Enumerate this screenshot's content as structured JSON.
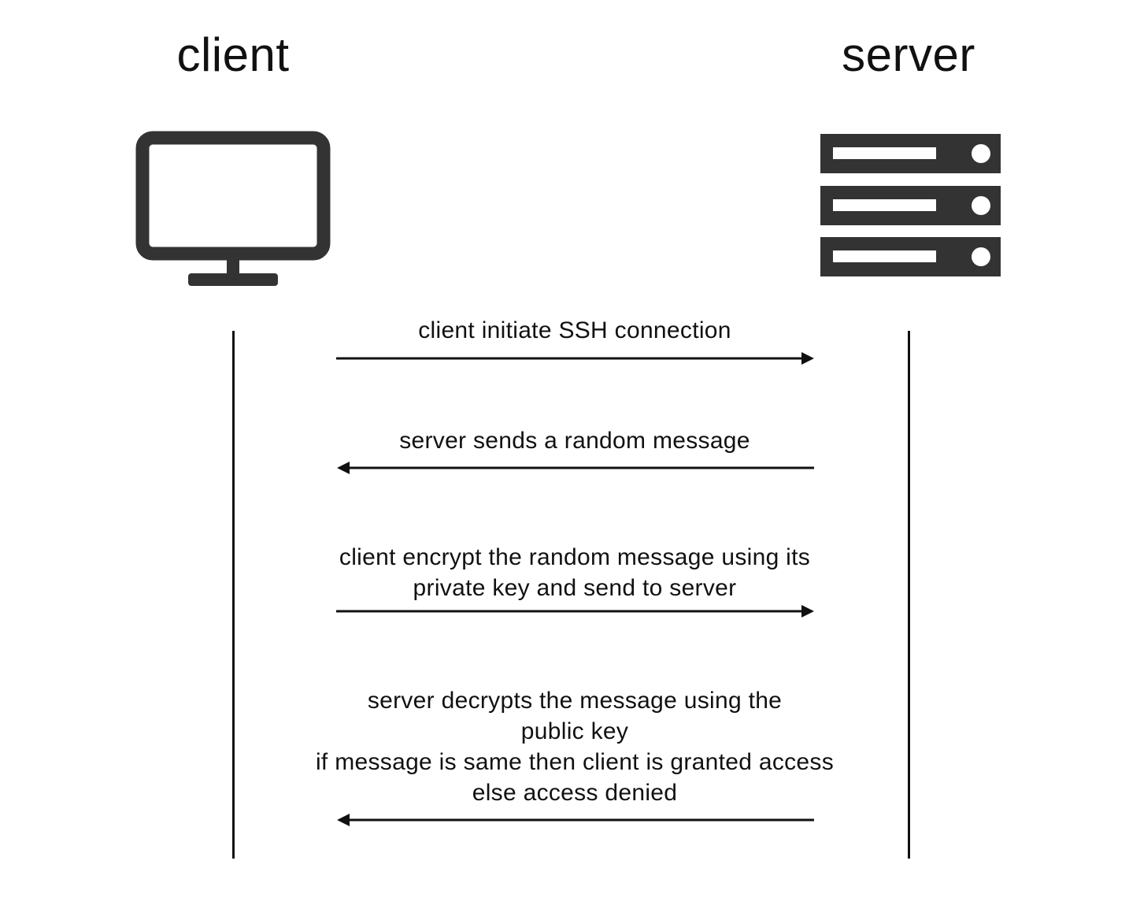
{
  "actors": {
    "client": {
      "label": "client",
      "icon": "monitor-icon"
    },
    "server": {
      "label": "server",
      "icon": "server-rack-icon"
    }
  },
  "messages": [
    {
      "text": "client initiate SSH connection",
      "direction": "client-to-server"
    },
    {
      "text": "server sends a random message",
      "direction": "server-to-client"
    },
    {
      "text": "client encrypt the random message using its\nprivate key and send to server",
      "direction": "client-to-server"
    },
    {
      "text": "server decrypts the message using the\npublic key\nif message is same then client is granted access\nelse access denied",
      "direction": "server-to-client"
    }
  ],
  "colors": {
    "icon": "#333333",
    "line": "#111111"
  }
}
